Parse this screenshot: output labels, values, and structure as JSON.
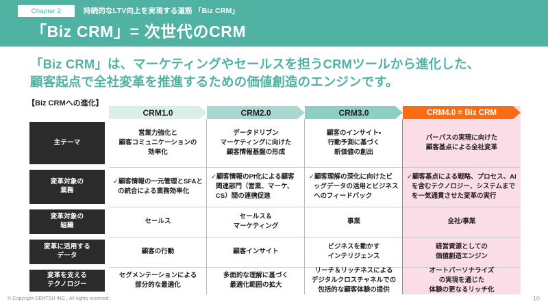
{
  "header": {
    "chapter_chip": "Chapter 2",
    "chapter_subtitle": "持続的なLTV向上を実現する道筋 「Biz CRM」",
    "slide_title": "「Biz CRM」= 次世代のCRM",
    "band_color": "#4fb2a3"
  },
  "lead": {
    "line1": "「Biz CRM」は、マーケティングやセールスを担うCRMツールから進化した、",
    "line2": "顧客起点で全社変革を推進するための価値創造のエンジンです。",
    "color": "#4fb2a3"
  },
  "section": {
    "caption": "【Biz CRMへの進化】"
  },
  "chart_data": {
    "type": "table",
    "title": "【Biz CRMへの進化】",
    "columns": [
      {
        "label": "CRM1.0",
        "fill": "#daeeea",
        "text_color": "#231f20"
      },
      {
        "label": "CRM2.0",
        "fill": "#a9d8d0",
        "text_color": "#231f20"
      },
      {
        "label": "CRM3.0",
        "fill": "#8ecfc4",
        "text_color": "#231f20"
      },
      {
        "label": "CRM4.0 = Biz CRM",
        "fill": "#f96c11",
        "text_color": "#ffffff"
      }
    ],
    "row_labels": [
      "主テーマ",
      "変革対象の\n業務",
      "変革対象の\n組織",
      "変革に活用する\nデータ",
      "変革を支える\nテクノロジー"
    ],
    "rows": [
      {
        "label_line1": "主テーマ",
        "label_line2": "",
        "bulleted": false,
        "cells": [
          "営業力強化と\n顧客コミュニケーションの\n効率化",
          "データドリブン\nマーケティングに向けた\n顧客情報基盤の形成",
          "顧客のインサイト・\n行動予測に基づく\n新価値の創出",
          "パーパスの実現に向けた\n顧客基点による全社変革"
        ]
      },
      {
        "label_line1": "変革対象の",
        "label_line2": "業務",
        "bulleted": true,
        "cells": [
          "✓顧客情報の一元管理とSFAとの統合による業務効率化",
          "✓顧客情報のPf化による顧客関連部門（営業、マーケ、CS）間の連携促進",
          "✓顧客理解の深化に向けたビッグデータの活用とビジネスへのフィードバック",
          "✓顧客基点による戦略、プロセス、AIを含むテクノロジー、システムまでを一気通貫させた変革の実行"
        ]
      },
      {
        "label_line1": "変革対象の",
        "label_line2": "組織",
        "bulleted": false,
        "cells": [
          "セールス",
          "セールス＆\nマーケティング",
          "事業",
          "全社/事業"
        ]
      },
      {
        "label_line1": "変革に活用する",
        "label_line2": "データ",
        "bulleted": false,
        "cells": [
          "顧客の行動",
          "顧客インサイト",
          "ビジネスを動かす\nインテリジェンス",
          "経営資源としての\n価値創造エンジン"
        ]
      },
      {
        "label_line1": "変革を支える",
        "label_line2": "テクノロジー",
        "bulleted": false,
        "cells": [
          "セグメンテーションによる\n部分的な最適化",
          "多面的な理解に基づく\n最適化範囲の拡大",
          "リーチ＆リッチネスによる\nデジタルクロスチャネルでの\n包括的な顧客体験の提供",
          "オートパーソナライズ\nの実現を通じた\n体験の更なるリッチ化"
        ]
      }
    ],
    "highlight_column_index": 3,
    "highlight_fill": "#fbdde8",
    "row_label_fill": "#2b2b2b",
    "grid": true,
    "legend": null
  },
  "footer": {
    "copyright": "© Copyright DENTSU INC., All rights reserved.",
    "page_number": "10"
  }
}
